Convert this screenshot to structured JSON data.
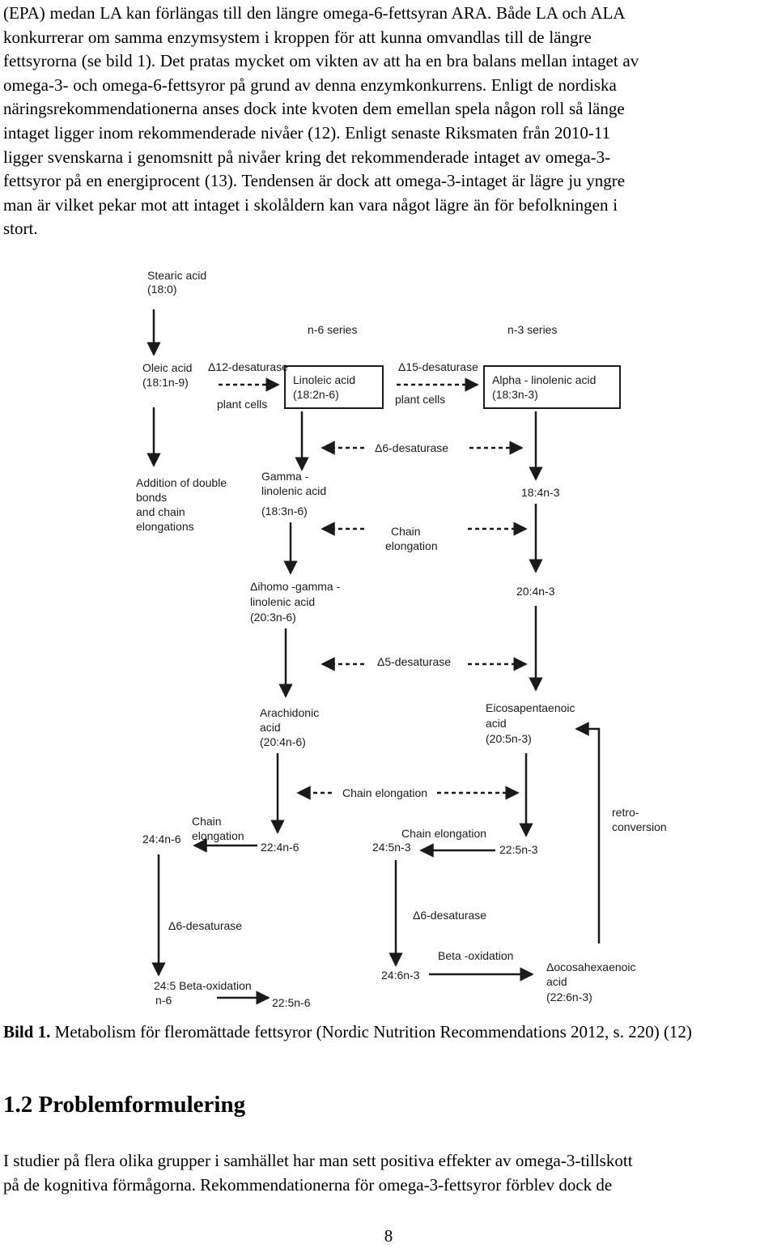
{
  "paragraph1": [
    "(EPA) medan LA kan förlängas till den längre omega-6-fettsyran ARA. Både LA och ALA",
    "konkurrerar om samma enzymsystem i kroppen för att kunna omvandlas till de längre",
    "fettsyrorna (se bild 1). Det pratas mycket om vikten av att ha en bra balans mellan intaget av",
    "omega-3- och omega-6-fettsyror på grund av denna enzymkonkurrens. Enligt de nordiska",
    "näringsrekommendationerna anses dock inte kvoten dem emellan spela någon roll så länge",
    "intaget ligger inom rekommenderade nivåer (12). Enligt senaste Riksmaten från 2010-11",
    "ligger svenskarna i genomsnitt på nivåer kring det rekommenderade intaget av omega-3-",
    "fettsyror på en energiprocent (13). Tendensen är dock att omega-3-intaget är lägre ju yngre",
    "man är vilket pekar mot att intaget i skolåldern kan vara något lägre än för befolkningen i",
    "stort."
  ],
  "diagram": {
    "stearic": [
      "Stearic acid",
      "(18:0)"
    ],
    "n6_series": "n-6 series",
    "n3_series": "n-3 series",
    "oleic": [
      "Oleic acid",
      "(18:1n-9)"
    ],
    "d12": "Δ12-desaturase",
    "plant_cells_1": "plant cells",
    "linoleic": [
      "Linoleic acid",
      "(18:2n-6)"
    ],
    "d15": "Δ15-desaturase",
    "plant_cells_2": "plant cells",
    "alpha": [
      "Alpha - linolenic acid",
      "(18:3n-3)"
    ],
    "d6_a": "Δ6-desaturase",
    "addition": [
      "Addition of double",
      "bonds",
      "and chain",
      "elongations"
    ],
    "gamma": [
      "Gamma -",
      "linolenic acid",
      "(18:3n-6)"
    ],
    "n3_18_4": "18:4n-3",
    "chain_elong_1": [
      "Chain",
      "elongation"
    ],
    "dihomo": [
      "Δihomo -gamma -",
      "linolenic acid",
      "(20:3n-6)"
    ],
    "n3_20_4": "20:4n-3",
    "d5": "Δ5-desaturase",
    "arachidonic": [
      "Arachidonic",
      "acid",
      "(20:4n-6)"
    ],
    "epa": [
      "Eicosapentaenoic",
      "acid",
      "(20:5n-3)"
    ],
    "chain_elong_mid": "Chain elongation",
    "retro": [
      "retro-",
      "conversion"
    ],
    "chain_elong_left": [
      "Chain",
      "elongation"
    ],
    "n6_24_4": "24:4n-6",
    "n6_22_4": "22:4n-6",
    "chain_elong_right": "Chain elongation",
    "n3_24_5": "24:5n-3",
    "n3_22_5": "22:5n-3",
    "d6_left": "Δ6-desaturase",
    "d6_right": "Δ6-desaturase",
    "beta_right": "Beta -oxidation",
    "n3_24_6": "24:6n-3",
    "dha": [
      "Δocosahexaenoic",
      "acid",
      "(22:6n-3)"
    ],
    "n6_24_5_beta": "24:5 Beta-oxidation",
    "n6_suffix": "n-6",
    "n6_22_5": "22:5n-6"
  },
  "caption": {
    "label": "Bild 1.",
    "text": " Metabolism för fleromättade fettsyror (Nordic Nutrition Recommendations 2012, s. 220) (12)"
  },
  "heading": "1.2 Problemformulering",
  "paragraph2": [
    "I studier på flera olika grupper i samhället har man sett positiva effekter av omega-3-tillskott",
    "på de kognitiva förmågorna. Rekommendationerna för omega-3-fettsyror förblev dock de"
  ],
  "page_number": "8"
}
